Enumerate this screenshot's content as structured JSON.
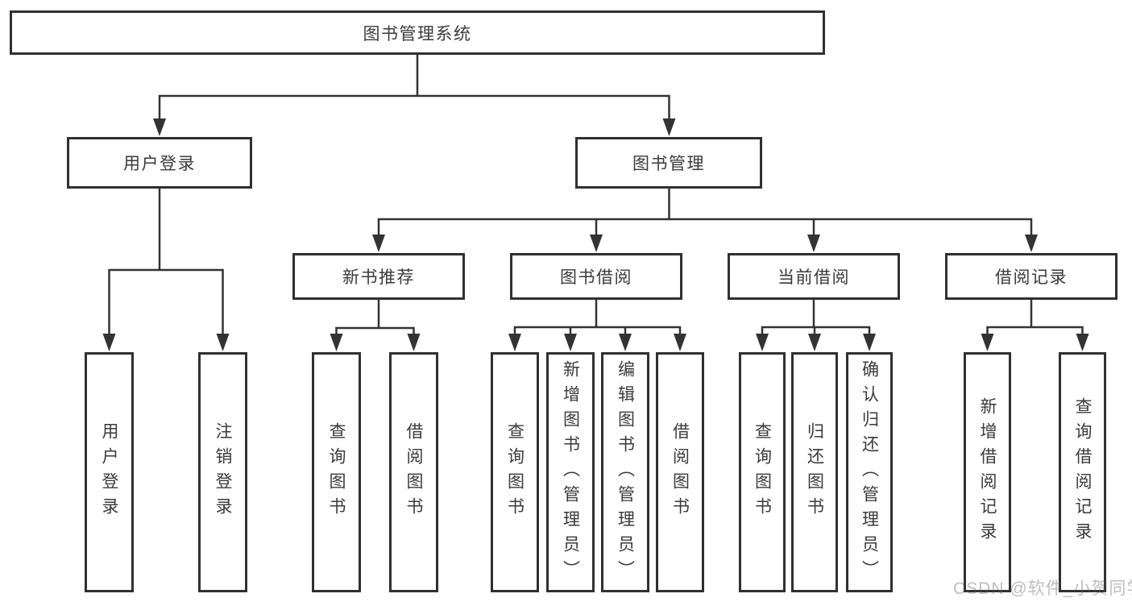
{
  "diagram": {
    "type": "tree",
    "tree": {
      "label": "图书管理系统",
      "children": [
        {
          "label": "用户登录",
          "children": [
            {
              "label": "用户登录"
            },
            {
              "label": "注销登录"
            }
          ]
        },
        {
          "label": "图书管理",
          "children": [
            {
              "label": "新书推荐",
              "children": [
                {
                  "label": "查询图书"
                },
                {
                  "label": "借阅图书"
                }
              ]
            },
            {
              "label": "图书借阅",
              "children": [
                {
                  "label": "查询图书"
                },
                {
                  "label": "新增图书（管理员）"
                },
                {
                  "label": "编辑图书（管理员）"
                },
                {
                  "label": "借阅图书"
                }
              ]
            },
            {
              "label": "当前借阅",
              "children": [
                {
                  "label": "查询图书"
                },
                {
                  "label": "归还图书"
                },
                {
                  "label": "确认归还（管理员）"
                }
              ]
            },
            {
              "label": "借阅记录",
              "children": [
                {
                  "label": "新增借阅记录"
                },
                {
                  "label": "查询借阅记录"
                }
              ]
            }
          ]
        }
      ]
    },
    "line_color": "#333333",
    "border_color": "#303030",
    "text_color": "#3a3a3a"
  },
  "watermark": "CSDN @软件_小贺同学"
}
